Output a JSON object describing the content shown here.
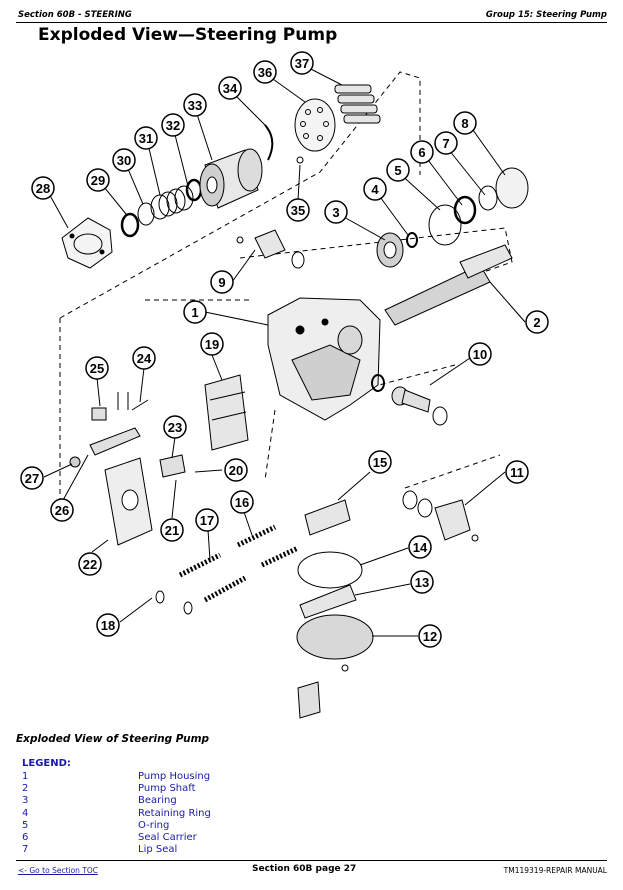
{
  "header": {
    "section": "Section 60B - STEERING",
    "group": "Group 15: Steering Pump"
  },
  "title": "Exploded View—Steering Pump",
  "diagram": {
    "callouts": [
      "1",
      "2",
      "3",
      "4",
      "5",
      "6",
      "7",
      "8",
      "9",
      "10",
      "11",
      "12",
      "13",
      "14",
      "15",
      "16",
      "17",
      "18",
      "19",
      "20",
      "21",
      "22",
      "23",
      "24",
      "25",
      "26",
      "27",
      "28",
      "29",
      "30",
      "31",
      "32",
      "33",
      "34",
      "35",
      "36",
      "37"
    ]
  },
  "caption": "Exploded View of Steering Pump",
  "legend": {
    "title": "LEGEND:",
    "items": [
      {
        "num": "1",
        "name": "Pump Housing"
      },
      {
        "num": "2",
        "name": "Pump Shaft"
      },
      {
        "num": "3",
        "name": "Bearing"
      },
      {
        "num": "4",
        "name": "Retaining Ring"
      },
      {
        "num": "5",
        "name": "O-ring"
      },
      {
        "num": "6",
        "name": "Seal Carrier"
      },
      {
        "num": "7",
        "name": "Lip Seal"
      }
    ]
  },
  "footer": {
    "toc_link": "<- Go to Section TOC",
    "page": "Section 60B page 27",
    "manual": "TM119319-REPAIR MANUAL"
  }
}
